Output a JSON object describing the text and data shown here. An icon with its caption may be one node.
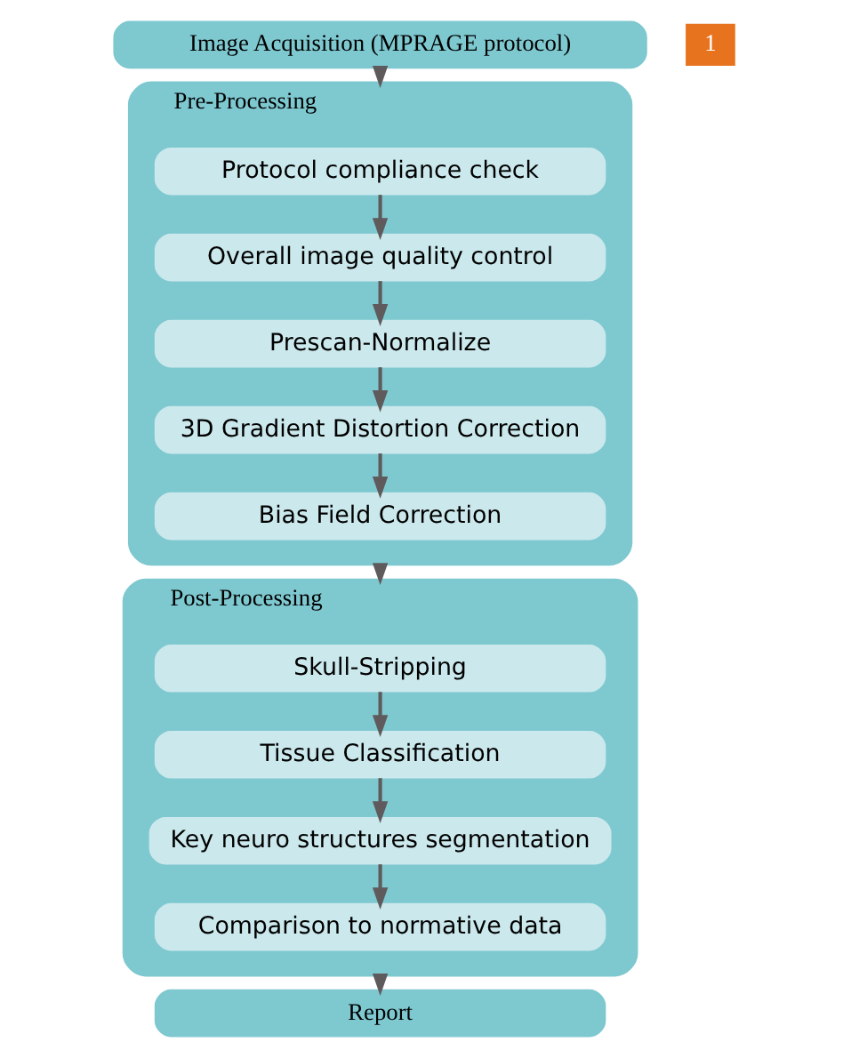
{
  "diagram": {
    "nodes": [
      {
        "text": [
          "Image Acquisition (MPRAGE protocol)"
        ]
      },
      {
        "text": [
          "Pre-Processing"
        ]
      },
      {
        "text": [
          "Protocol compliance check"
        ],
        "in": 1
      },
      {
        "text": [
          "Overall image quality control"
        ],
        "in": 1
      },
      {
        "text": [
          "Prescan-Normalize"
        ],
        "in": 1
      },
      {
        "text": [
          "3D Gradient Distortion Correction"
        ],
        "in": 1
      },
      {
        "text": [
          "Bias Field Correction"
        ],
        "in": 1
      },
      {
        "text": [
          "Post-Processing"
        ]
      },
      {
        "text": [
          "Skull-Stripping"
        ],
        "in": 7
      },
      {
        "text": [
          "Tissue Classification"
        ],
        "in": 7
      },
      {
        "text": [
          "Key neuro structures segmentation"
        ],
        "in": 7
      },
      {
        "text": [
          "Comparison to normative data"
        ],
        "in": 7
      },
      {
        "text": [
          "Report"
        ]
      }
    ],
    "edges": [
      {
        "from": 0,
        "to": 1,
        "arrow": "to"
      },
      {
        "from": 2,
        "to": 3,
        "arrow": "to"
      },
      {
        "from": 3,
        "to": 4,
        "arrow": "to"
      },
      {
        "from": 4,
        "to": 5,
        "arrow": "to"
      },
      {
        "from": 5,
        "to": 6,
        "arrow": "to"
      },
      {
        "from": 1,
        "to": 7,
        "arrow": "to"
      },
      {
        "from": 8,
        "to": 9,
        "arrow": "to"
      },
      {
        "from": 9,
        "to": 10,
        "arrow": "to"
      },
      {
        "from": 10,
        "to": 11,
        "arrow": "to"
      },
      {
        "from": 7,
        "to": 12,
        "arrow": "to"
      }
    ],
    "labels": [
      "1"
    ]
  }
}
